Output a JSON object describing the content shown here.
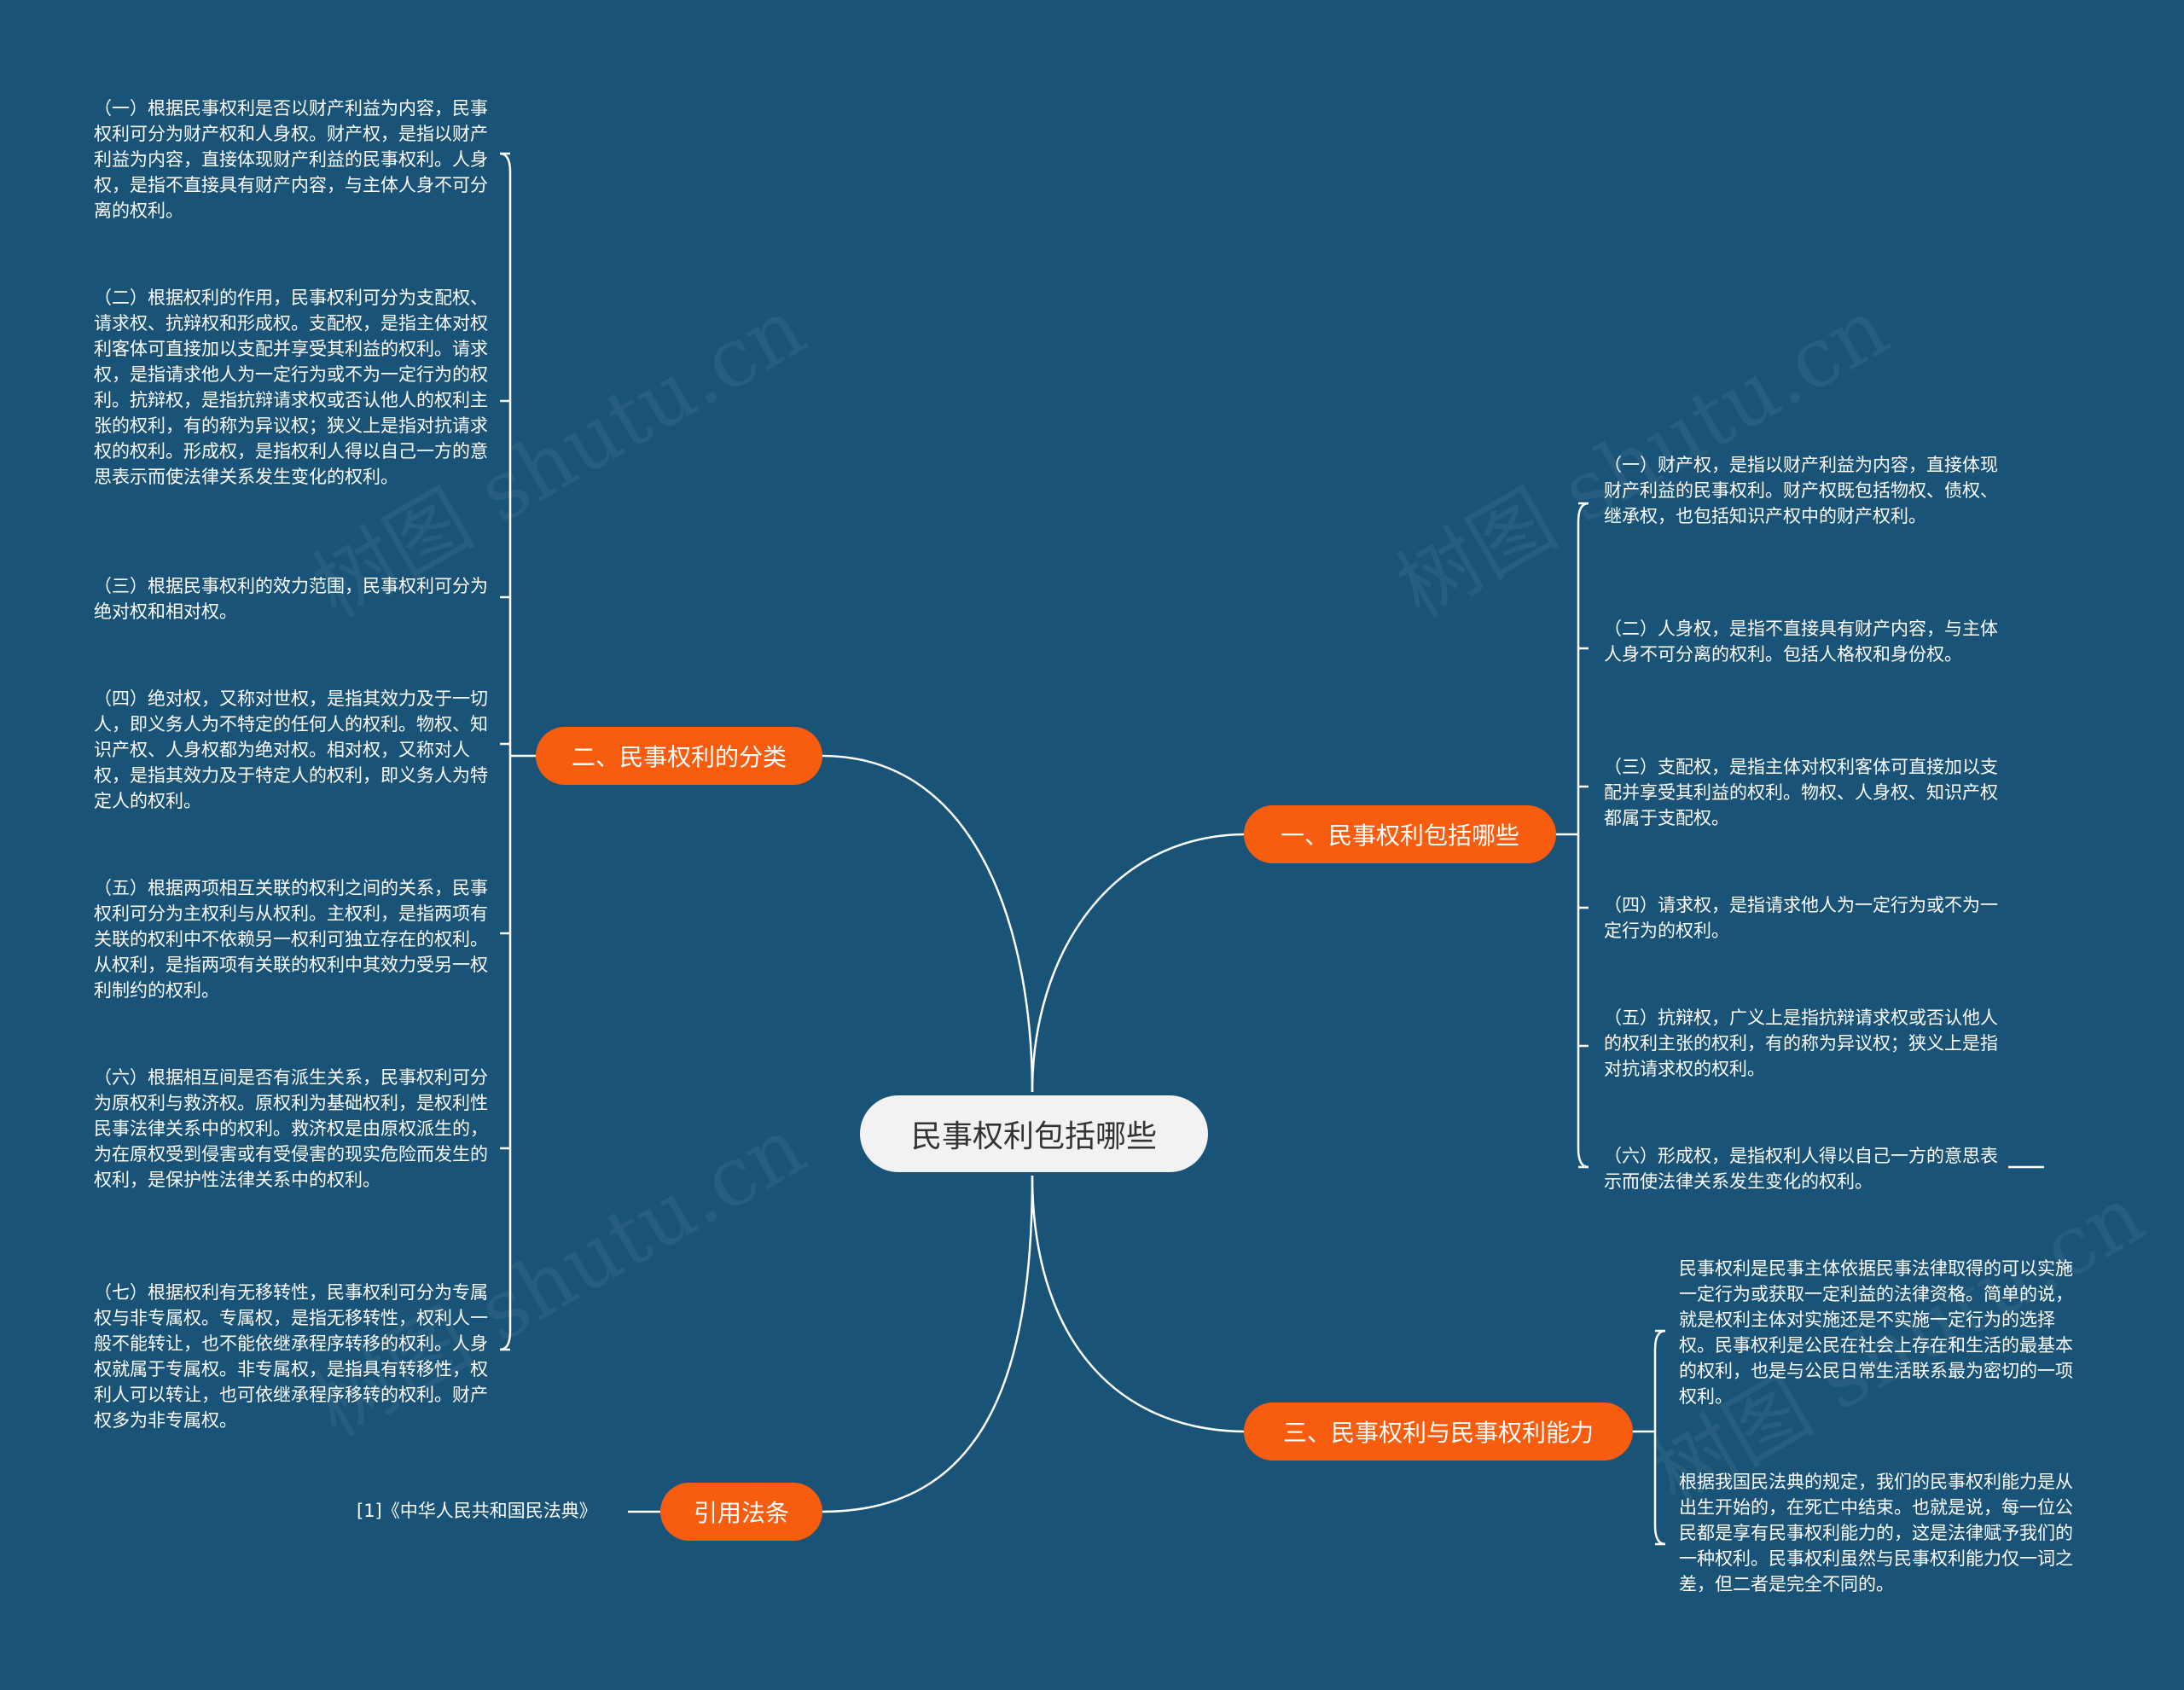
{
  "colors": {
    "background": "#1a5378",
    "root_fill": "#f2f2f2",
    "branch_fill": "#f75c0f",
    "line": "#ffffff"
  },
  "watermark_text": "树图 shutu.cn",
  "root": {
    "label": "民事权利包括哪些"
  },
  "branches": {
    "b1": {
      "label": "一、民事权利包括哪些",
      "leaves": [
        "（一）财产权，是指以财产利益为内容，直接体现财产利益的民事权利。财产权既包括物权、债权、继承权，也包括知识产权中的财产权利。",
        "（二）人身权，是指不直接具有财产内容，与主体人身不可分离的权利。包括人格权和身份权。",
        "（三）支配权，是指主体对权利客体可直接加以支配并享受其利益的权利。物权、人身权、知识产权都属于支配权。",
        "（四）请求权，是指请求他人为一定行为或不为一定行为的权利。",
        "（五）抗辩权，广义上是指抗辩请求权或否认他人的权利主张的权利，有的称为异议权；狭义上是指对抗请求权的权利。",
        "（六）形成权，是指权利人得以自己一方的意思表示而使法律关系发生变化的权利。"
      ]
    },
    "b2": {
      "label": "二、民事权利的分类",
      "leaves": [
        "（一）根据民事权利是否以财产利益为内容，民事权利可分为财产权和人身权。财产权，是指以财产利益为内容，直接体现财产利益的民事权利。人身权，是指不直接具有财产内容，与主体人身不可分离的权利。",
        "（二）根据权利的作用，民事权利可分为支配权、请求权、抗辩权和形成权。支配权，是指主体对权利客体可直接加以支配并享受其利益的权利。请求权，是指请求他人为一定行为或不为一定行为的权利。抗辩权，是指抗辩请求权或否认他人的权利主张的权利，有的称为异议权；狭义上是指对抗请求权的权利。形成权，是指权利人得以自己一方的意思表示而使法律关系发生变化的权利。",
        "（三）根据民事权利的效力范围，民事权利可分为绝对权和相对权。",
        "（四）绝对权，又称对世权，是指其效力及于一切人，即义务人为不特定的任何人的权利。物权、知识产权、人身权都为绝对权。相对权，又称对人权，是指其效力及于特定人的权利，即义务人为特定人的权利。",
        "（五）根据两项相互关联的权利之间的关系，民事权利可分为主权利与从权利。主权利，是指两项有关联的权利中不依赖另一权利可独立存在的权利。从权利，是指两项有关联的权利中其效力受另一权利制约的权利。",
        "（六）根据相互间是否有派生关系，民事权利可分为原权利与救济权。原权利为基础权利，是权利性民事法律关系中的权利。救济权是由原权派生的，为在原权受到侵害或有受侵害的现实危险而发生的权利，是保护性法律关系中的权利。",
        "（七）根据权利有无移转性，民事权利可分为专属权与非专属权。专属权，是指无移转性，权利人一般不能转让，也不能依继承程序转移的权利。人身权就属于专属权。非专属权，是指具有转移性，权利人可以转让，也可依继承程序移转的权利。财产权多为非专属权。"
      ]
    },
    "b3": {
      "label": "三、民事权利与民事权利能力",
      "leaves": [
        "民事权利是民事主体依据民事法律取得的可以实施一定行为或获取一定利益的法律资格。简单的说，就是权利主体对实施还是不实施一定行为的选择权。民事权利是公民在社会上存在和生活的最基本的权利，也是与公民日常生活联系最为密切的一项权利。",
        "根据我国民法典的规定，我们的民事权利能力是从出生开始的，在死亡中结束。也就是说，每一位公民都是享有民事权利能力的，这是法律赋予我们的一种权利。民事权利虽然与民事权利能力仅一词之差，但二者是完全不同的。"
      ]
    },
    "b4": {
      "label": "引用法条",
      "leaves": [
        "[1]《中华人民共和国民法典》"
      ]
    }
  }
}
